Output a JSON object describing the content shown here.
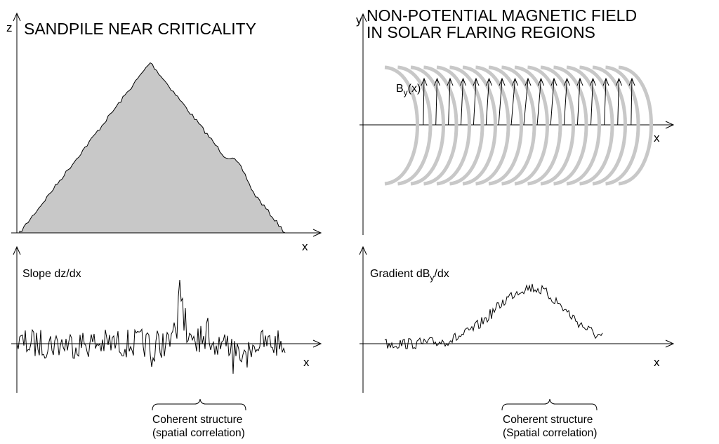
{
  "left_panel": {
    "title": "SANDPILE NEAR CRITICALITY",
    "z_axis_label": "z",
    "x_axis_label_top": "x",
    "slope_label": "Slope dz/dx",
    "x_axis_label_bottom": "x",
    "caption_line1": "Coherent structure",
    "caption_line2": "(spatial correlation)"
  },
  "right_panel": {
    "title_line1": "NON-POTENTIAL MAGNETIC FIELD",
    "title_line2": "IN SOLAR FLARING REGIONS",
    "y_axis_label": "y",
    "x_axis_label_top": "x",
    "field_label_main": "B",
    "field_label_sub": "y",
    "field_label_arg": "(x)",
    "gradient_label_main": "Gradient dB",
    "gradient_label_sub": "y",
    "gradient_label_tail": "/dx",
    "x_axis_label_bottom": "x",
    "caption_line1": "Coherent structure",
    "caption_line2": "(Spatial correlation)"
  },
  "colors": {
    "sand_fill": "#c8c8c8",
    "field_lines": "#c8c8c8",
    "ink": "#000000"
  }
}
